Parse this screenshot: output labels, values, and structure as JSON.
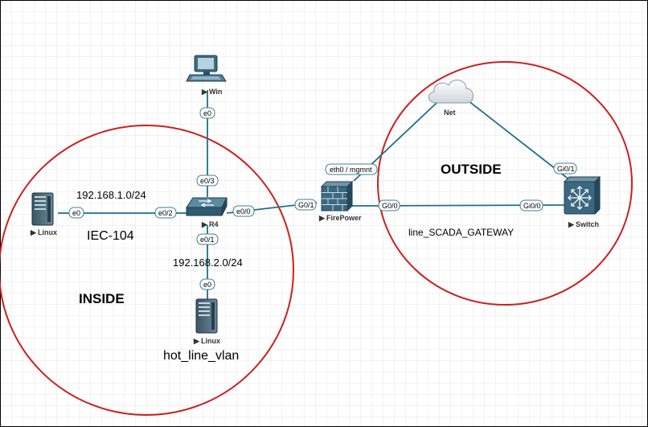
{
  "zones": {
    "inside": "INSIDE",
    "outside": "OUTSIDE"
  },
  "nodes": {
    "win": "Win",
    "linux_left": "Linux",
    "r4": "R4",
    "linux_bottom": "Linux",
    "firepower": "FirePower",
    "net": "Net",
    "switch": "Switch"
  },
  "interfaces": {
    "win_e0": "e0",
    "r4_e0_3": "e0/3",
    "linux_left_e0": "e0",
    "r4_e0_2": "e0/2",
    "r4_e0_0": "e0/0",
    "r4_e0_1": "e0/1",
    "linux_bottom_e0": "e0",
    "fp_g0_1": "G0/1",
    "fp_eth0_mgmnt": "eth0 / mgmnt",
    "fp_g0_0": "G0/0",
    "sw_gi0_0": "Gi0/0",
    "sw_gi0_1": "Gi0/1"
  },
  "annotations": {
    "subnet_1": "192.168.1.0/24",
    "iec_104": "IEC-104",
    "subnet_2": "192.168.2.0/24",
    "hot_line_vlan": "hot_line_vlan",
    "line_scada_gateway": "line_SCADA_GATEWAY"
  },
  "colors": {
    "zone_circle": "#cc1f1f",
    "link": "#1f6f8b",
    "grid": "#e6e6e6"
  }
}
